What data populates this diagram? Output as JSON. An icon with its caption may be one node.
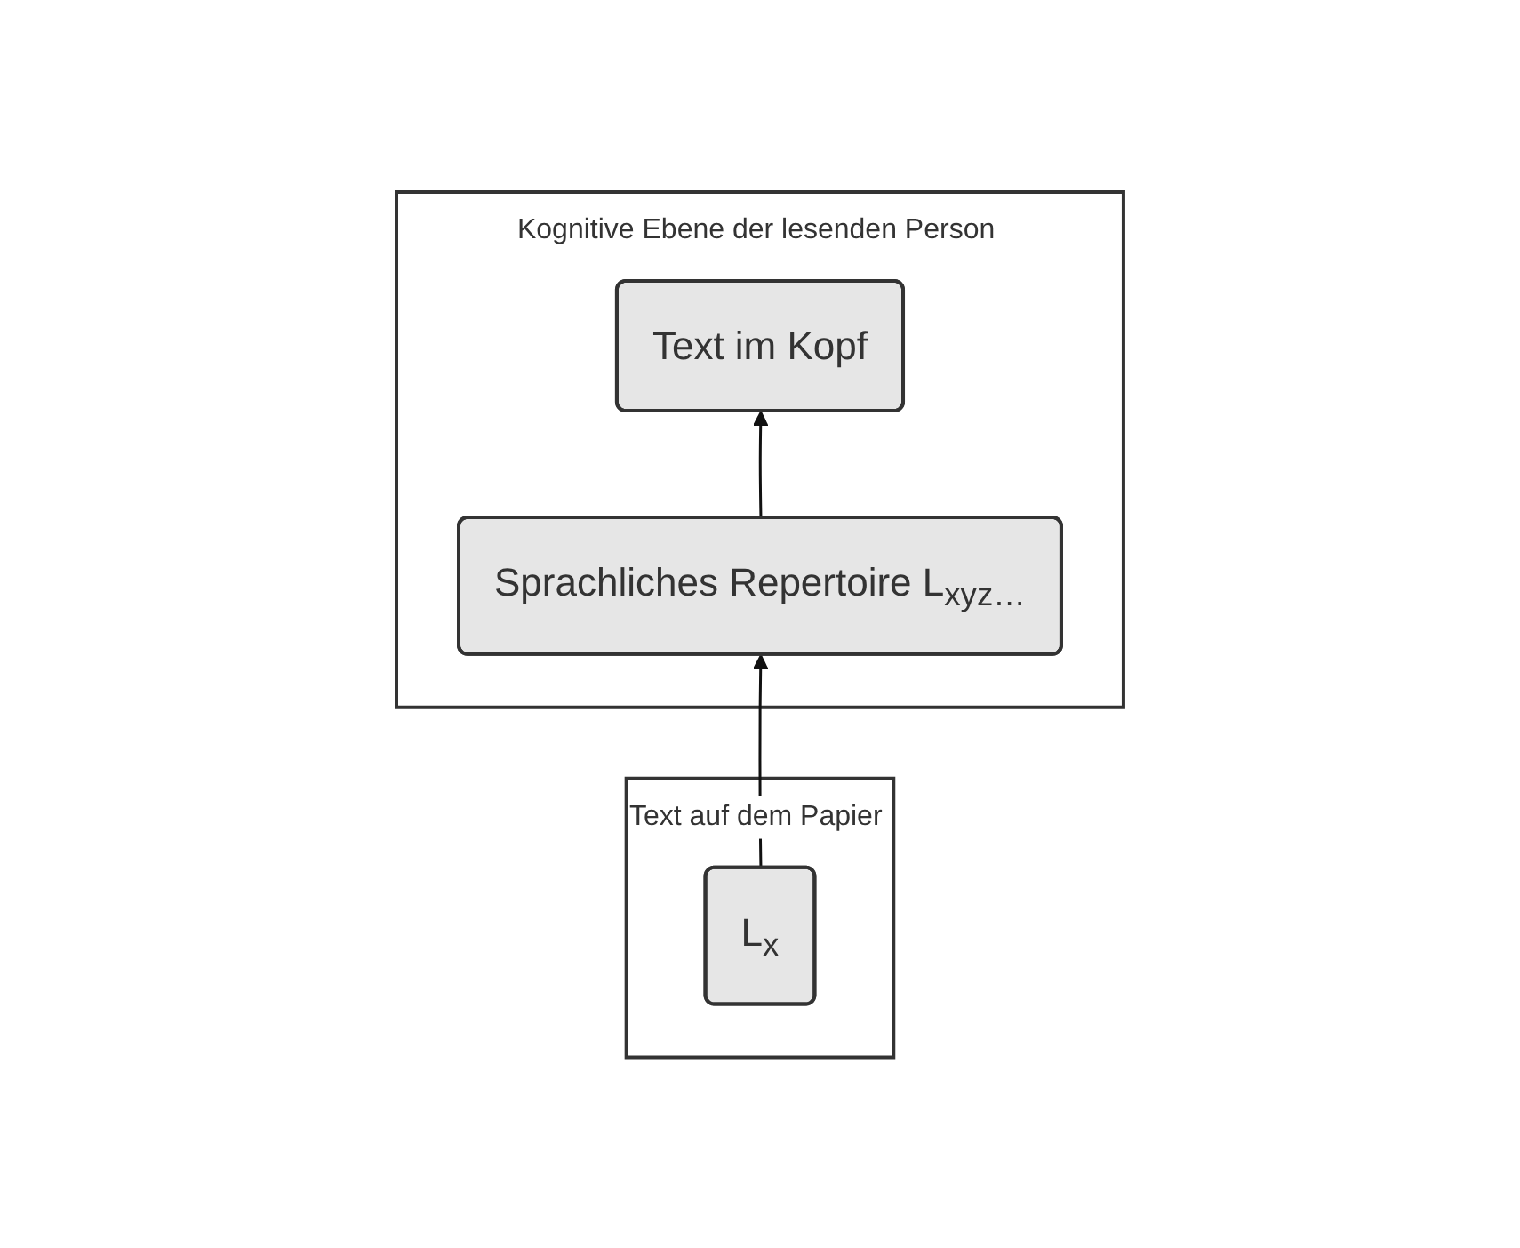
{
  "diagram": {
    "nodes": [
      {
        "text": [
          "Kognitive Ebene der lesenden Person"
        ]
      },
      {
        "text": [
          "Text im Kopf"
        ],
        "in": 0
      },
      {
        "text": [
          "Sprachliches Repertoire L$_{xyz…}$"
        ],
        "in": 0
      },
      {
        "text": [
          "Text auf dem Papier"
        ]
      },
      {
        "text": [
          "L$_{x}$"
        ],
        "in": 3
      }
    ],
    "edges": [
      {
        "from": 2,
        "to": 1,
        "arrow": "to"
      },
      {
        "from": 4,
        "to": 2,
        "arrow": "to"
      }
    ]
  }
}
